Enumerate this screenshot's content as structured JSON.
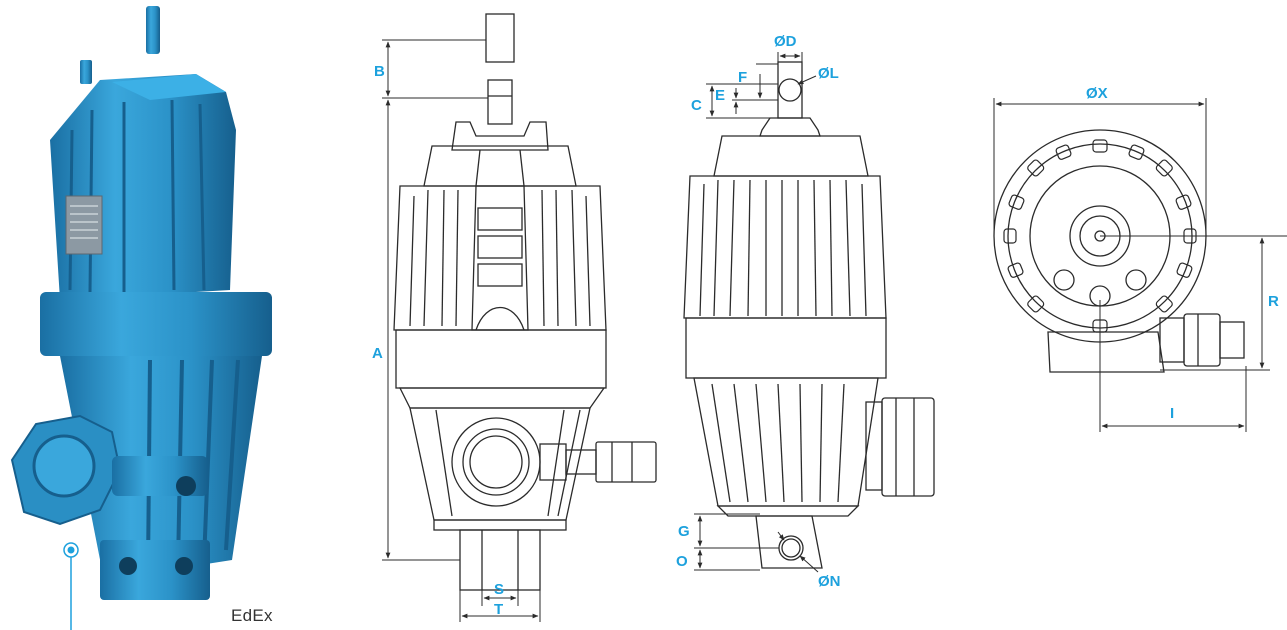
{
  "colors": {
    "accent": "#1da1dd",
    "product_blue": "#2a8fc4",
    "product_dark": "#17628f",
    "line": "#2b2b2b",
    "caption": "#333333"
  },
  "caption": "EdEx",
  "dimension_labels": {
    "A": "A",
    "B": "B",
    "C": "C",
    "E": "E",
    "F": "F",
    "D": "ØD",
    "L": "ØL",
    "N": "ØN",
    "G": "G",
    "O": "O",
    "S": "S",
    "T": "T",
    "X": "ØX",
    "R": "R",
    "I": "I"
  }
}
